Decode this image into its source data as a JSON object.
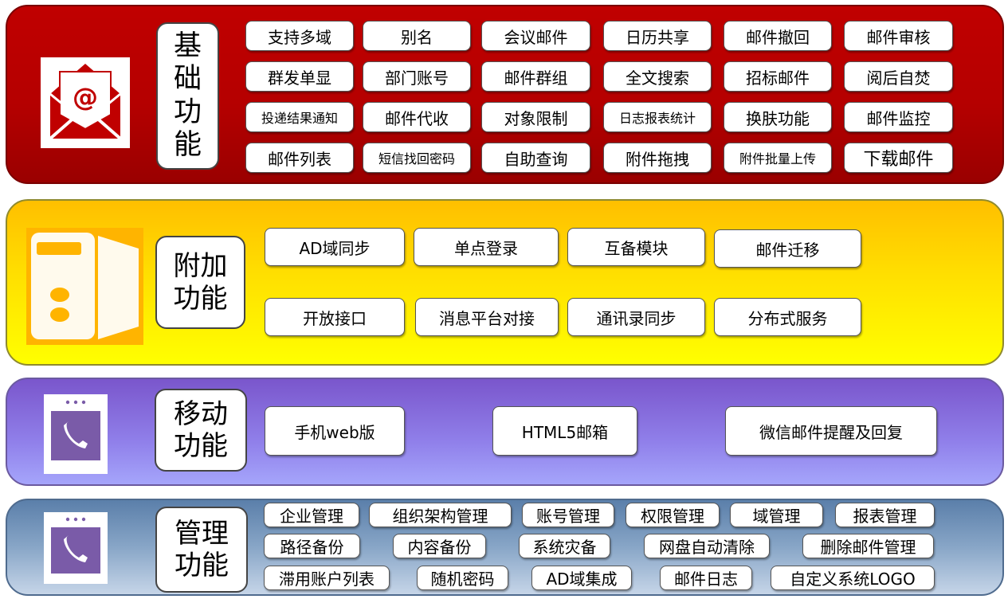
{
  "sections": {
    "basic": {
      "title": "基础功能",
      "features": [
        [
          "支持多域",
          "别名",
          "会议邮件",
          "日历共享",
          "邮件撤回",
          "邮件审核"
        ],
        [
          "群发单显",
          "部门账号",
          "邮件群组",
          "全文搜索",
          "招标邮件",
          "阅后自焚"
        ],
        [
          "投递结果通知",
          "邮件代收",
          "对象限制",
          "日志报表统计",
          "换肤功能",
          "邮件监控"
        ],
        [
          "邮件列表",
          "短信找回密码",
          "自助查询",
          "附件拖拽",
          "附件批量上传",
          "下载邮件"
        ]
      ]
    },
    "extra": {
      "title_line1": "附加",
      "title_line2": "功能",
      "features": [
        [
          "AD域同步",
          "单点登录",
          "互备模块",
          "邮件迁移"
        ],
        [
          "开放接口",
          "消息平台对接",
          "通讯录同步",
          "分布式服务"
        ]
      ]
    },
    "mobile": {
      "title_line1": "移动",
      "title_line2": "功能",
      "features": [
        "手机web版",
        "HTML5邮箱",
        "微信邮件提醒及回复"
      ]
    },
    "admin": {
      "title_line1": "管理",
      "title_line2": "功能",
      "features": [
        [
          "企业管理",
          "组织架构管理",
          "账号管理",
          "权限管理",
          "域管理",
          "报表管理"
        ],
        [
          "路径备份",
          "内容备份",
          "系统灾备",
          "网盘自动清除",
          "删除邮件管理"
        ],
        [
          "滞用账户列表",
          "随机密码",
          "AD域集成",
          "邮件日志",
          "自定义系统LOGO"
        ]
      ]
    }
  },
  "icons": {
    "basic": "email-envelope-icon",
    "extra": "server-tower-icon",
    "mobile": "phone-tablet-icon",
    "admin": "phone-tablet-icon"
  },
  "colors": {
    "basic": "#c00000",
    "extra_top": "#ffbf00",
    "extra_bottom": "#ffff00",
    "mobile": "#8f7fe8",
    "admin": "#88a6c7",
    "icon_purple": "#7a5ba8"
  }
}
